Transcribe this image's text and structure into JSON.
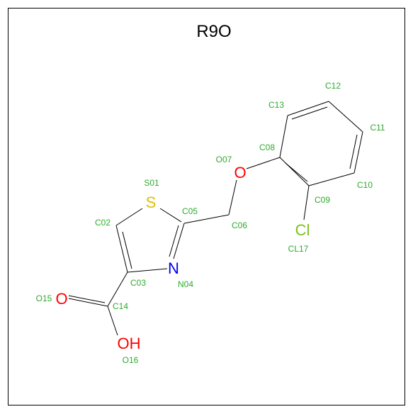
{
  "title": "R9O",
  "colors": {
    "carbon_bond": "#000000",
    "sulfur": "#e0c000",
    "oxygen": "#ff0000",
    "nitrogen": "#0000ee",
    "chlorine": "#7cc020",
    "index_label": "#2eaa2e"
  },
  "atoms": {
    "S01": {
      "symbol": "S",
      "label": "S01"
    },
    "C02": {
      "symbol": "",
      "label": "C02"
    },
    "C03": {
      "symbol": "",
      "label": "C03"
    },
    "N04": {
      "symbol": "N",
      "label": "N04"
    },
    "C05": {
      "symbol": "",
      "label": "C05"
    },
    "C06": {
      "symbol": "",
      "label": "C06"
    },
    "O07": {
      "symbol": "O",
      "label": "O07"
    },
    "C08": {
      "symbol": "",
      "label": "C08"
    },
    "C09": {
      "symbol": "",
      "label": "C09"
    },
    "C10": {
      "symbol": "",
      "label": "C10"
    },
    "C11": {
      "symbol": "",
      "label": "C11"
    },
    "C12": {
      "symbol": "",
      "label": "C12"
    },
    "C13": {
      "symbol": "",
      "label": "C13"
    },
    "C14": {
      "symbol": "",
      "label": "C14"
    },
    "O15": {
      "symbol": "O",
      "label": "O15"
    },
    "O16": {
      "symbol": "OH",
      "label": "O16"
    },
    "CL17": {
      "symbol": "Cl",
      "label": "CL17"
    }
  }
}
